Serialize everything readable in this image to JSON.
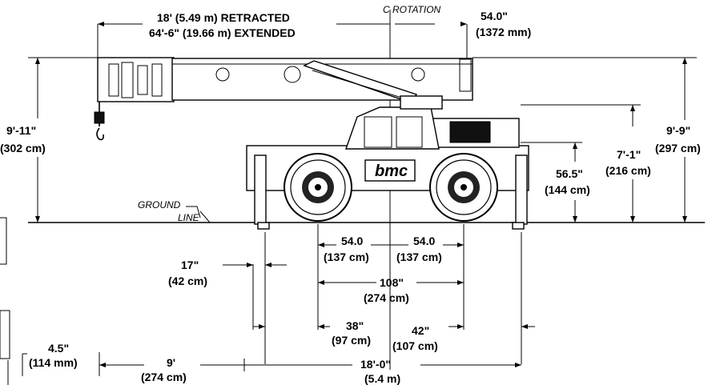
{
  "dimensions": {
    "boom_retracted": "18' (5.49 m) RETRACTED",
    "boom_extended": "64'-6\" (19.66 m) EXTENDED",
    "rotation_label": "C ROTATION",
    "tail_swing_in": "54.0\"",
    "tail_swing_mm": "(1372 mm)",
    "overall_height_ft": "9'-11\"",
    "overall_height_cm": "(302 cm)",
    "boom_height_ft": "9'-9\"",
    "boom_height_cm": "(297 cm)",
    "cab_height_ft": "7'-1\"",
    "cab_height_cm": "(216 cm)",
    "deck_height_in": "56.5\"",
    "deck_height_cm": "(144 cm)",
    "ground_label_1": "GROUND",
    "ground_label_2": "LINE",
    "axle_left_in": "54.0",
    "axle_left_cm": "(137 cm)",
    "axle_right_in": "54.0",
    "axle_right_cm": "(137 cm)",
    "outrigger_in": "17\"",
    "outrigger_cm": "(42 cm)",
    "wheelbase_in": "108\"",
    "wheelbase_cm": "(274 cm)",
    "front_oh_in": "38\"",
    "front_oh_cm": "(97 cm)",
    "rear_oh_in": "42\"",
    "rear_oh_cm": "(107 cm)",
    "clearance_in": "4.5\"",
    "clearance_mm": "(114 mm)",
    "boom_overhang_ft": "9'",
    "boom_overhang_cm": "(274 cm)",
    "overall_length_ft": "18'-0\"",
    "overall_length_m": "(5.4 m)"
  },
  "logo_text": "bmc"
}
